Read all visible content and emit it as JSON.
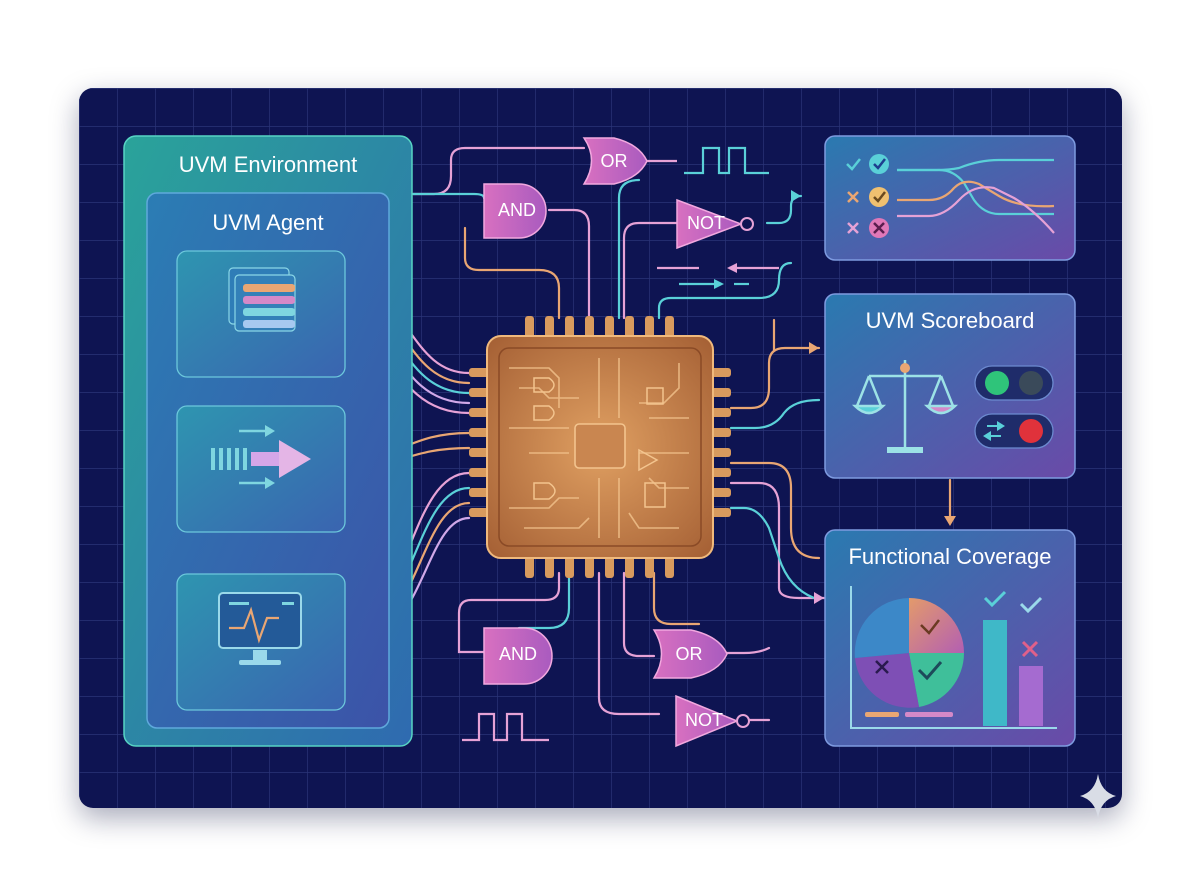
{
  "environment": {
    "title": "UVM Environment"
  },
  "agent": {
    "title": "UVM Agent",
    "components": [
      {
        "icon": "sequencer-stack-icon"
      },
      {
        "icon": "driver-arrow-icon"
      },
      {
        "icon": "monitor-display-icon"
      }
    ]
  },
  "dut": {
    "icon": "chip-icon"
  },
  "gates": {
    "top": [
      "OR",
      "AND",
      "NOT"
    ],
    "bottom": [
      "AND",
      "OR",
      "NOT"
    ]
  },
  "checker_panel": {
    "rows": [
      "pass",
      "warn",
      "fail"
    ]
  },
  "scoreboard": {
    "title": "UVM Scoreboard",
    "icons": [
      "balance-scale-icon",
      "green-indicator-icon",
      "red-indicator-icon"
    ]
  },
  "coverage": {
    "title": "Functional Coverage"
  },
  "colors": {
    "board": "#0e1452",
    "env_panel": "#1f8f9a",
    "agent_panel": "#2a62a6",
    "chip": "#c27a45",
    "gate": "#c763b4",
    "wire_a": "#e6a2d6",
    "wire_b": "#5ad0d8",
    "wire_c": "#e9a673",
    "pass": "#2fc47a",
    "fail": "#e0323b"
  }
}
